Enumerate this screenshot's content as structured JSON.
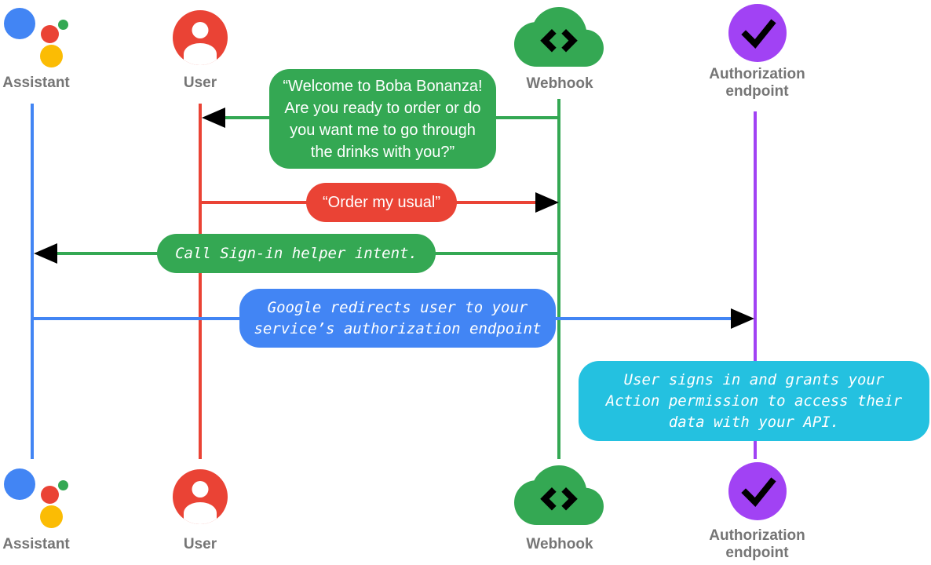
{
  "actors": {
    "assistant": {
      "label": "Assistant",
      "icon": "google-assistant-logo",
      "lifeline_color": "#4285f4"
    },
    "user": {
      "label": "User",
      "icon": "user-avatar-icon",
      "lifeline_color": "#ea4335"
    },
    "webhook": {
      "label": "Webhook",
      "icon": "cloud-code-icon",
      "lifeline_color": "#34a853"
    },
    "authorization": {
      "label_lines": [
        "Authorization",
        "endpoint"
      ],
      "icon": "check-circle-icon",
      "lifeline_color": "#a142f4"
    }
  },
  "messages": {
    "welcome": {
      "from": "Webhook",
      "to": "User",
      "style": "speech",
      "color": "#34a853",
      "lines": [
        "“Welcome to Boba Bonanza!",
        "Are you ready to order or do",
        "you want me to go through",
        "the drinks with you?”"
      ]
    },
    "order": {
      "from": "User",
      "to": "Webhook",
      "style": "speech",
      "color": "#ea4335",
      "lines": [
        "“Order my usual”"
      ]
    },
    "sign_in": {
      "from": "Webhook",
      "to": "Assistant",
      "style": "code",
      "color": "#34a853",
      "lines": [
        "Call Sign-in helper intent."
      ]
    },
    "redirect": {
      "from": "Assistant",
      "to": "Authorization endpoint",
      "style": "code",
      "color": "#4285f4",
      "lines": [
        "Google redirects user to your",
        "service’s authorization endpoint"
      ]
    },
    "grant": {
      "at": "Authorization endpoint",
      "style": "code",
      "color": "#24c1e0",
      "lines": [
        "User signs in and grants your",
        "Action permission to access their",
        "data with your API."
      ]
    }
  },
  "colors": {
    "google_blue": "#4285f4",
    "google_red": "#ea4335",
    "google_green": "#34a853",
    "google_yellow": "#fbbc04",
    "purple": "#a142f4",
    "cyan": "#24c1e0",
    "label_gray": "#757575",
    "message_text": "#ffffff",
    "icon_glyph": "#000000"
  }
}
